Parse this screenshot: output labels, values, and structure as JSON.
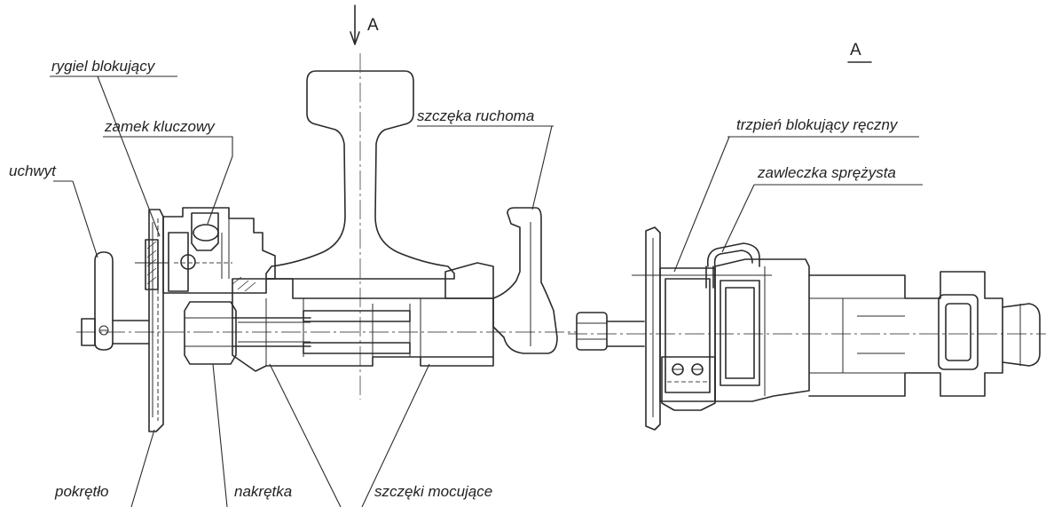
{
  "view_marker": "A",
  "view_title": "A",
  "labels": {
    "rygiel": "rygiel blokujący",
    "zamek": "zamek kluczowy",
    "uchwyt": "uchwyt",
    "szczeka_ruchoma": "szczęka ruchoma",
    "pokretlo": "pokrętło",
    "nakretka": "nakrętka",
    "szczeki_mocujace": "szczęki mocujące",
    "trzpien": "trzpień blokujący ręczny",
    "zawleczka": "zawleczka sprężysta"
  }
}
